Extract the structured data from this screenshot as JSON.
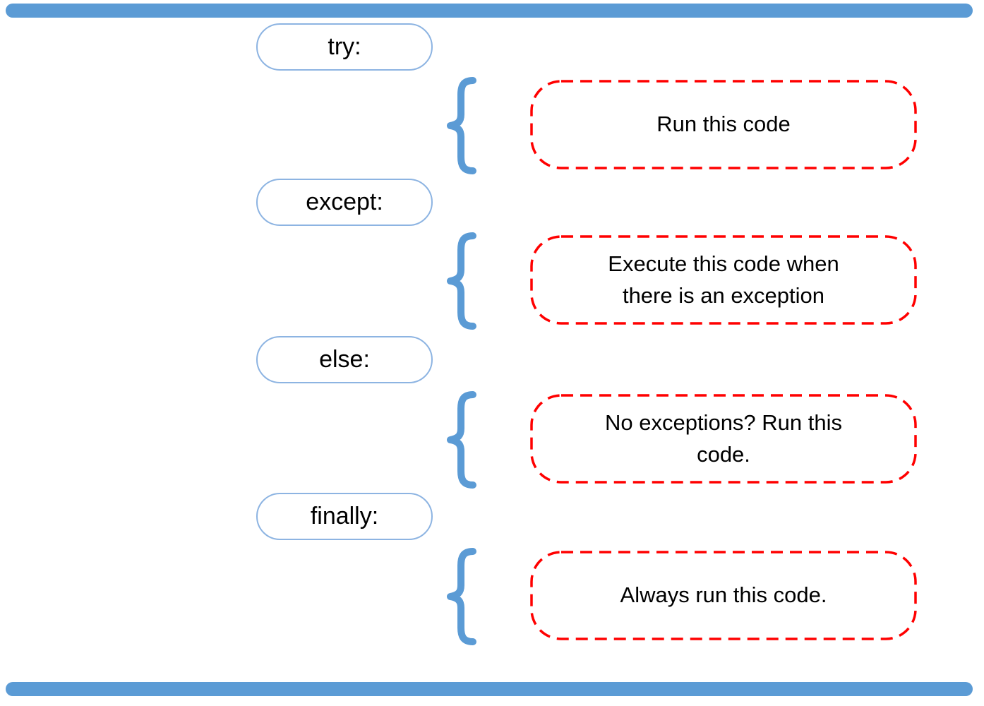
{
  "colors": {
    "bar_blue": "#5B9BD5",
    "pill_border": "#8DB4E2",
    "dash_red": "#FF0000",
    "text_black": "#000000"
  },
  "rows": [
    {
      "keyword": "try:",
      "description": "Run this code"
    },
    {
      "keyword": "except:",
      "description": "Execute this code when there is an exception"
    },
    {
      "keyword": "else:",
      "description": "No exceptions? Run this code."
    },
    {
      "keyword": "finally:",
      "description": "Always run this code."
    }
  ],
  "brace_glyph": "{"
}
